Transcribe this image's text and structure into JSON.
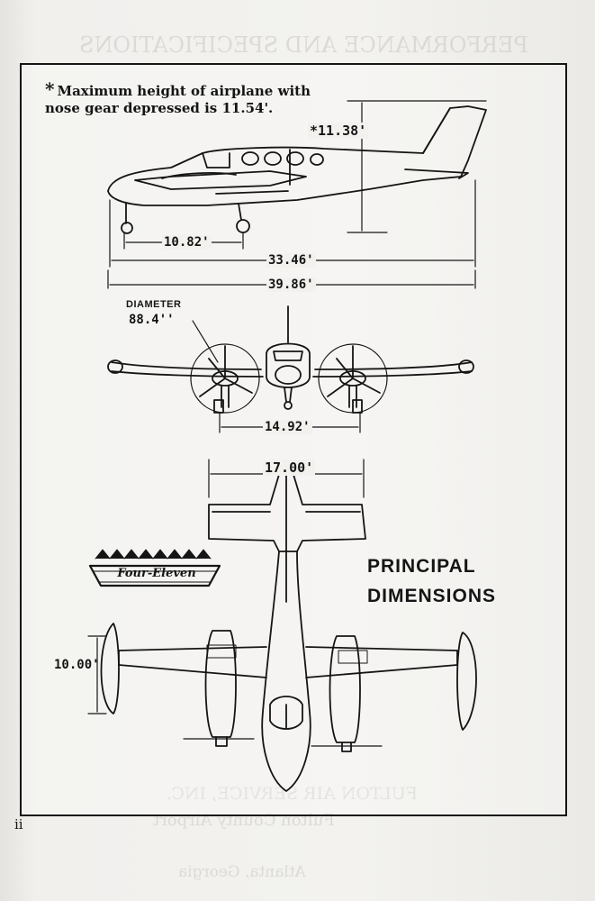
{
  "header": {
    "note_line1": "Maximum height of airplane with",
    "note_line2": "nose gear depressed is 11.54'."
  },
  "dimensions": {
    "height": "*11.38'",
    "wheelbase": "10.82'",
    "length": "33.46'",
    "wingspan": "39.86'",
    "diameter_label": "DIAMETER",
    "prop_diameter": "88.4''",
    "main_gear_tread": "14.92'",
    "tail_span": "17.00'",
    "prop_ground_clearance_height": "10.00'"
  },
  "logo": {
    "text": "Four-Eleven"
  },
  "title": {
    "line1": "PRINCIPAL",
    "line2": "DIMENSIONS"
  },
  "footer": {
    "page_number": "ii"
  },
  "background_bleed": {
    "title": "PERFORMANCE AND SPECIFICATIONS",
    "company": "FULTON AIR SERVICE, INC.",
    "airport": "Fulton County Airport",
    "city": "Atlanta, Georgia"
  },
  "colors": {
    "ink": "#151515",
    "paper": "#f2f1ee"
  }
}
